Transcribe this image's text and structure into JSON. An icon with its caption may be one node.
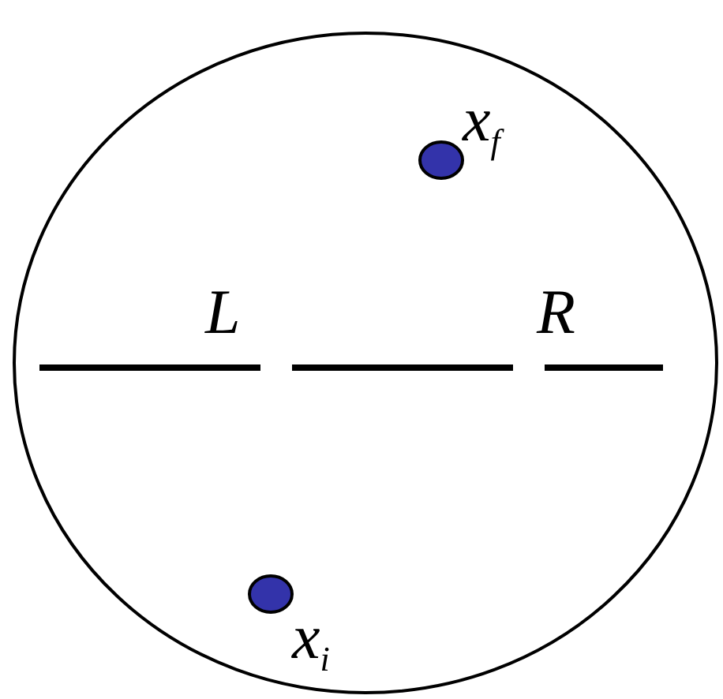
{
  "diagram": {
    "nodes": [
      {
        "text": [],
        "shape": "circle"
      },
      {
        "text": [],
        "shape": "circle",
        "in": 0,
        "beside": [
          "x$_{f}$"
        ]
      },
      {
        "text": [],
        "shape": "circle",
        "in": 0,
        "beside": [
          "x$_{i}$"
        ]
      }
    ],
    "labels": [
      "L",
      "R"
    ]
  }
}
